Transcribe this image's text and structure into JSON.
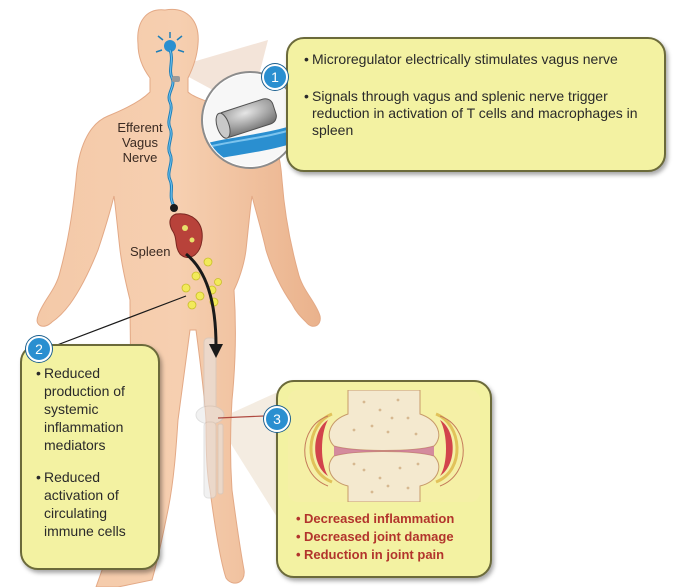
{
  "labels": {
    "efferent_vagus_nerve": [
      "Efferent",
      "Vagus",
      "Nerve"
    ],
    "spleen": "Spleen"
  },
  "callouts": [
    {
      "number": "1",
      "bullets": [
        "Microregulator electrically stimulates vagus nerve",
        "Signals through vagus and splenic nerve trigger reduction in activation of T cells and macrophages in spleen"
      ]
    },
    {
      "number": "2",
      "bullets": [
        "Reduced production of systemic inflammation mediators",
        "Reduced activation of circulating immune cells"
      ]
    },
    {
      "number": "3",
      "bullets": [
        "Decreased inflammation",
        "Decreased joint damage",
        "Reduction in joint pain"
      ]
    }
  ],
  "colors": {
    "skin": "#f2c19e",
    "callout_fill": "#f3f2a2",
    "badge": "#2a8fd0",
    "nerve": "#1f7fb8",
    "spleen": "#b8423a",
    "outcome_text": "#b2342c"
  }
}
